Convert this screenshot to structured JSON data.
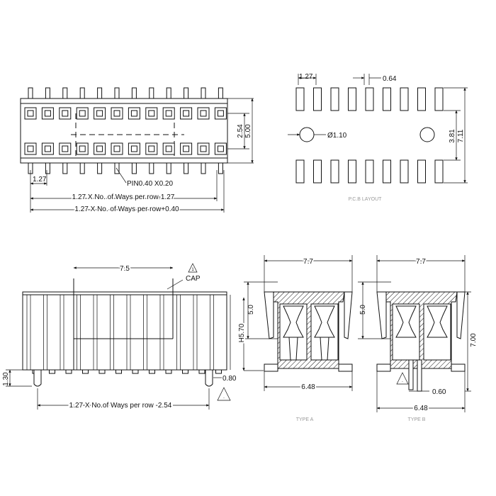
{
  "top_view": {
    "dim_pitch": "1.27",
    "dim_row": "2.54",
    "dim_height": "5.00",
    "pin_spec": "PIN0.40  X0.20",
    "len_formula_1": "1.27 X No. of Ways per row-1.27",
    "len_formula_2": "1.27 X No. of Ways per row+0.40"
  },
  "pcb_layout": {
    "dim_pitch": "1.27",
    "dim_pad_width": "0.64",
    "dim_hole": "Ø1.10",
    "dim_row": "3.81",
    "dim_overall": "7.11",
    "caption": "P.C.B LAYOUT"
  },
  "side_view": {
    "dim_cap": "7.5",
    "cap_label": "CAP",
    "dim_pin": "1.30",
    "dim_post": "0.80",
    "len_formula": "1.27 X No.of Ways per row -2.54"
  },
  "section_a": {
    "dim_width_top": "7.7",
    "dim_height": "5.0",
    "dim_total": "H5.70",
    "dim_width_bottom": "6.48",
    "caption": "TYPE A"
  },
  "section_b": {
    "dim_width_top": "7.7",
    "dim_height": "5.0",
    "dim_total": "7.00",
    "dim_pin": "0.60",
    "dim_width_bottom": "6.48",
    "caption": "TYPE B"
  }
}
